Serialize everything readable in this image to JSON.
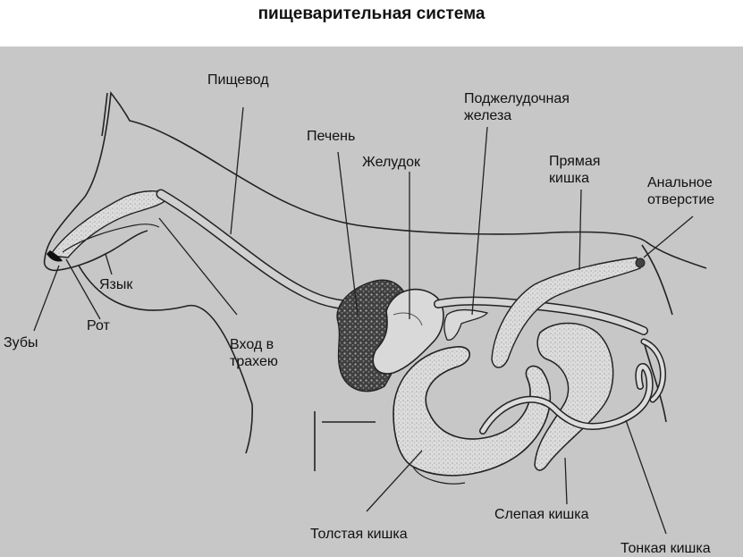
{
  "title": "пищеварительная система",
  "labels": {
    "esophagus": "Пищевод",
    "pancreas": "Поджелудочная\nжелеза",
    "liver": "Печень",
    "stomach": "Желудок",
    "rectum": "Прямая\nкишка",
    "anus": "Анальное\nотверстие",
    "tongue": "Язык",
    "mouth": "Рот",
    "teeth": "Зубы",
    "trachea_entry": "Вход в\nтрахею",
    "large_intestine": "Толстая кишка",
    "cecum": "Слепая кишка",
    "small_intestine": "Тонкая кишка"
  },
  "colors": {
    "background": "#c7c7c7",
    "outline": "#222222",
    "organ_fill": "#d9d9d9",
    "liver_fill": "#5a5a5a"
  }
}
